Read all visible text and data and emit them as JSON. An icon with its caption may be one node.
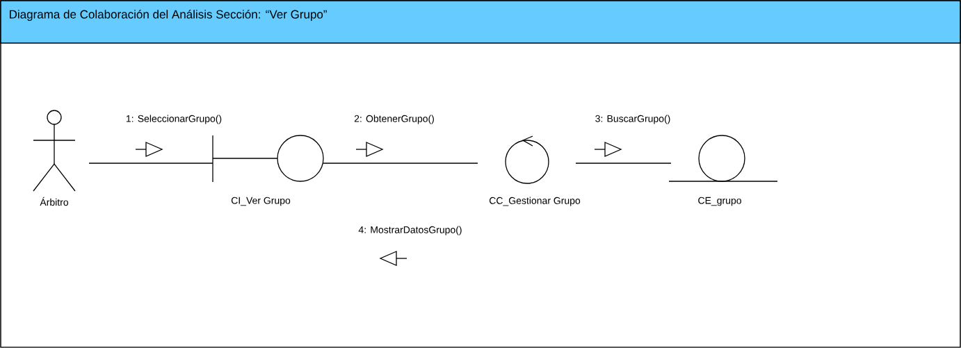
{
  "diagram": {
    "title": "Diagrama de Colaboración  del  Análisis Sección: “Ver  Grupo”",
    "nodes": [
      {
        "text": [
          "Árbitro"
        ]
      },
      {
        "text": [
          "CI_Ver Grupo"
        ]
      },
      {
        "text": [
          "CC_Gestionar Grupo"
        ]
      },
      {
        "text": [
          "CE_grupo"
        ]
      }
    ],
    "edges": [
      {
        "from": 0,
        "to": 1,
        "arrow": "none",
        "label": "1: SeleccionarGrupo()"
      },
      {
        "from": 1,
        "to": 2,
        "arrow": "none",
        "label": "2: ObtenerGrupo()"
      },
      {
        "from": 2,
        "to": 3,
        "arrow": "none",
        "label": "3: BuscarGrupo()"
      }
    ],
    "labels": [
      "4: MostrarDatosGrupo()"
    ]
  }
}
